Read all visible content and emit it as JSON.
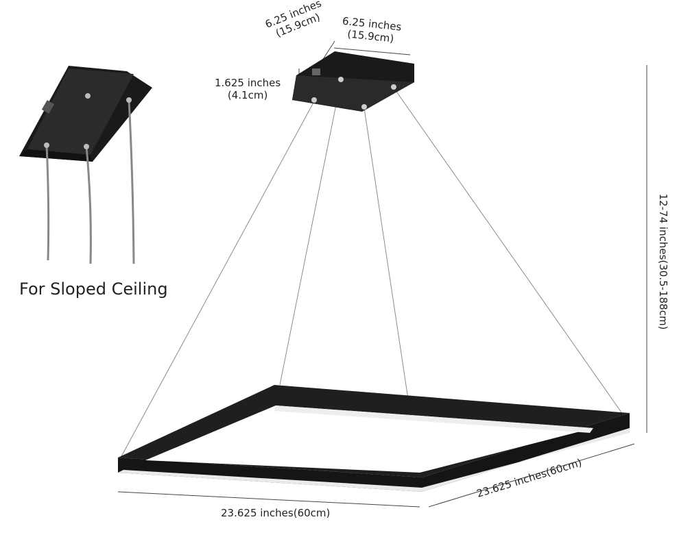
{
  "labels": {
    "canopy_depth": {
      "line1": "6.25 inches",
      "line2": "(15.9cm)"
    },
    "canopy_width": {
      "line1": "6.25 inches",
      "line2": "(15.9cm)"
    },
    "canopy_height": {
      "line1": "1.625 inches",
      "line2": "(4.1cm)"
    },
    "hanging_height": "12-74 inches(30.5-188cm)",
    "sloped_ceiling": "For Sloped Ceiling",
    "frame_width": "23.625 inches(60cm)",
    "frame_depth": "23.625 inches(60cm)"
  },
  "colors": {
    "fixture": "#1f1f1f",
    "diffuser": "#f2f2f2",
    "wire": "#777777"
  }
}
